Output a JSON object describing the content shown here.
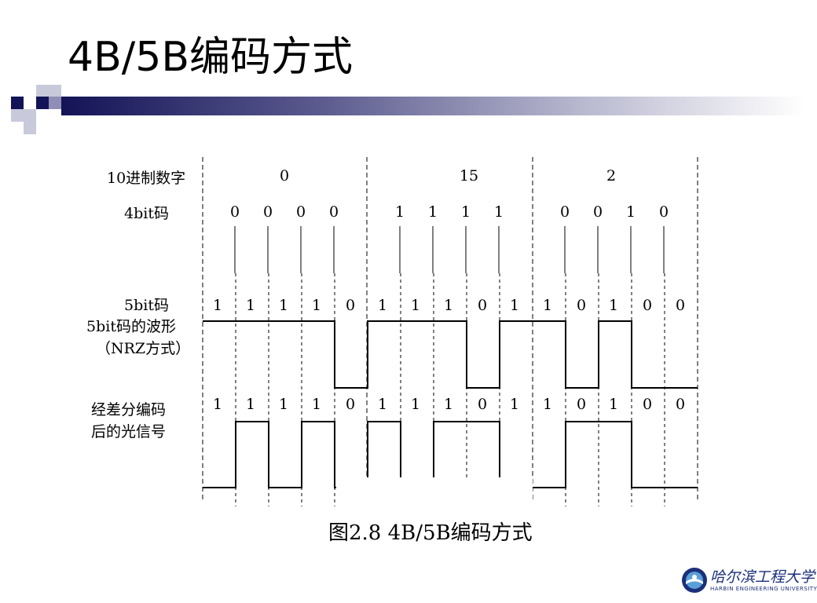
{
  "slide": {
    "title": "4B/5B编码方式"
  },
  "diagram": {
    "row_labels": {
      "decimal": "10进制数字",
      "bits4": "4bit码",
      "bits5": "5bit码",
      "nrz_line1": "5bit码的波形",
      "nrz_line2": "（NRZ方式）",
      "diff_line1": "经差分编码",
      "diff_line2": "后的光信号"
    },
    "groups": [
      {
        "decimal": "0",
        "bits4": [
          "0",
          "0",
          "0",
          "0"
        ]
      },
      {
        "decimal": "15",
        "bits4": [
          "1",
          "1",
          "1",
          "1"
        ]
      },
      {
        "decimal": "2",
        "bits4": [
          "0",
          "0",
          "1",
          "0"
        ]
      }
    ],
    "bits5": [
      "1",
      "1",
      "1",
      "1",
      "0",
      "1",
      "1",
      "1",
      "0",
      "1",
      "1",
      "0",
      "1",
      "0",
      "0"
    ],
    "diff_bits": [
      "1",
      "1",
      "1",
      "1",
      "0",
      "1",
      "1",
      "1",
      "0",
      "1",
      "1",
      "0",
      "1",
      "0",
      "0"
    ],
    "nrz_levels": [
      1,
      1,
      1,
      1,
      0,
      1,
      1,
      1,
      0,
      1,
      1,
      0,
      1,
      0,
      0
    ],
    "diff_levels": [
      0,
      1,
      0,
      1,
      0,
      1,
      0,
      1,
      1,
      0,
      0,
      1,
      1,
      0,
      0
    ]
  },
  "caption": {
    "text": "图2.8 4B/5B编码方式"
  },
  "logo": {
    "name": "哈尔滨工程大学",
    "subtitle": "HARBIN ENGINEERING UNIVERSITY",
    "colors": {
      "primary": "#1b2f7a",
      "accent": "#5aa0d8"
    }
  },
  "colors": {
    "title_bar_dark": "#131357",
    "square_dark": "#131357",
    "square_mid": "#8e8eb6",
    "square_light": "#c9c9dc"
  }
}
